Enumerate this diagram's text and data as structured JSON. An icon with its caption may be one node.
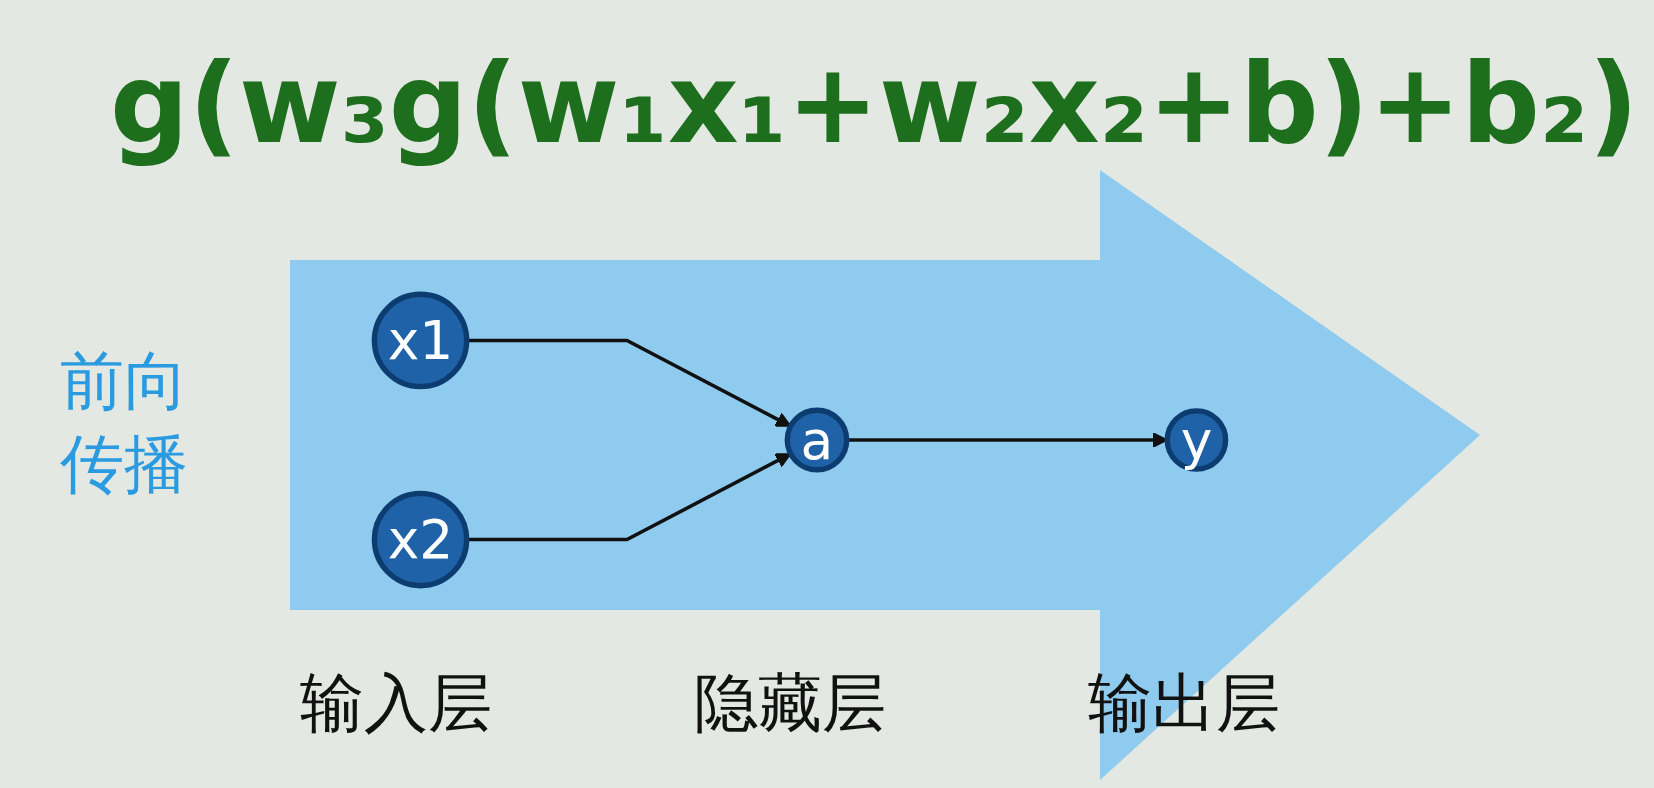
{
  "diagram": {
    "title": "g(w₃g(w₁x₁+w₂x₂+b)+b₂)",
    "nodes": [
      {
        "text": [
          "x1"
        ]
      },
      {
        "text": [
          "x2"
        ]
      },
      {
        "text": [
          "a"
        ]
      },
      {
        "text": [
          "y"
        ]
      }
    ],
    "edges": [
      {
        "from": 0,
        "to": 2,
        "arrow": "to"
      },
      {
        "from": 1,
        "to": 2,
        "arrow": "to"
      },
      {
        "from": 2,
        "to": 3,
        "arrow": "to"
      }
    ],
    "labels": [
      "前向传播",
      "输入层",
      "隐藏层",
      "输出层"
    ]
  }
}
